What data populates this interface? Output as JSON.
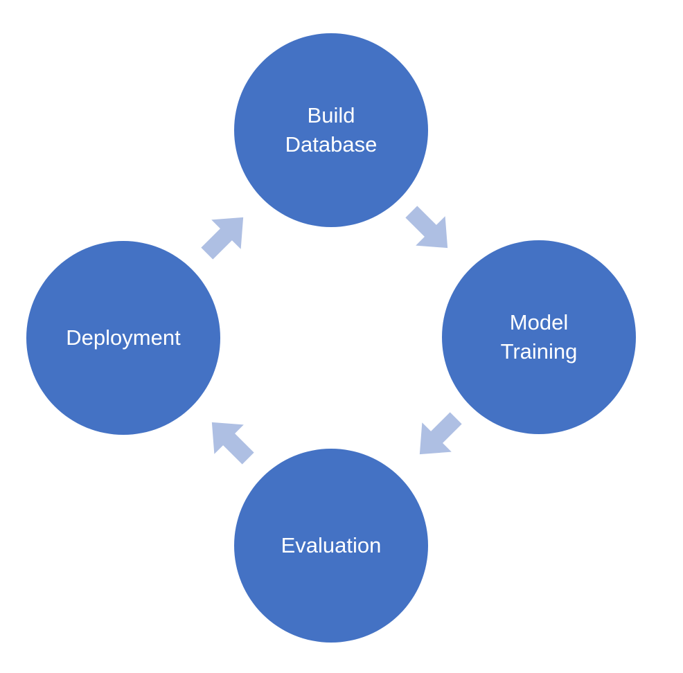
{
  "diagram": {
    "type": "cycle",
    "direction": "clockwise",
    "nodes": [
      {
        "id": "build-database",
        "label": "Build Database",
        "position": "top"
      },
      {
        "id": "model-training",
        "label": "Model Training",
        "position": "right"
      },
      {
        "id": "evaluation",
        "label": "Evaluation",
        "position": "bottom"
      },
      {
        "id": "deployment",
        "label": "Deployment",
        "position": "left"
      }
    ],
    "edges": [
      {
        "from": "build-database",
        "to": "model-training"
      },
      {
        "from": "model-training",
        "to": "evaluation"
      },
      {
        "from": "evaluation",
        "to": "deployment"
      },
      {
        "from": "deployment",
        "to": "build-database"
      }
    ],
    "colors": {
      "node_fill": "#4472C4",
      "arrow_fill": "#AEBFE3",
      "text": "#FFFFFF",
      "background": "#FFFFFF"
    }
  }
}
